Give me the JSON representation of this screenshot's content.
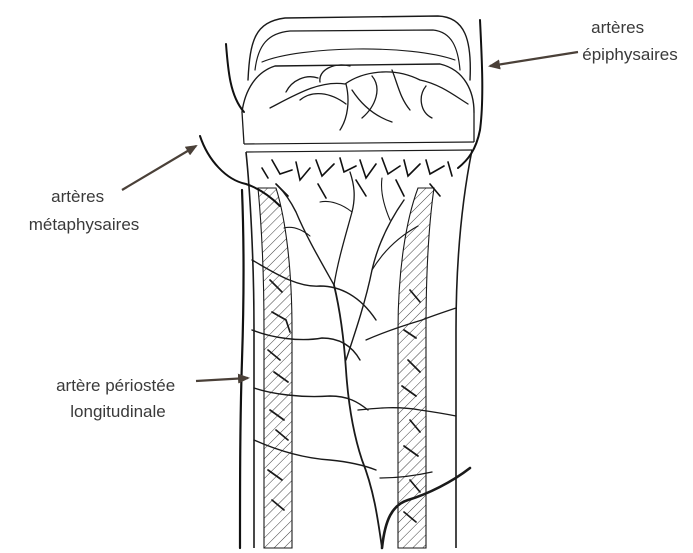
{
  "diagram": {
    "labels": {
      "epiphyseal": [
        "artères",
        "épiphysaires"
      ],
      "metaphyseal": [
        "artères",
        "métaphysaires"
      ],
      "periosteal": [
        "artère périostée",
        "longitudinale"
      ]
    },
    "colors": {
      "ink": "#1a1a1a",
      "label_text": "#3a3a3a",
      "leader_line": "#4a4038",
      "background": "#ffffff"
    }
  }
}
